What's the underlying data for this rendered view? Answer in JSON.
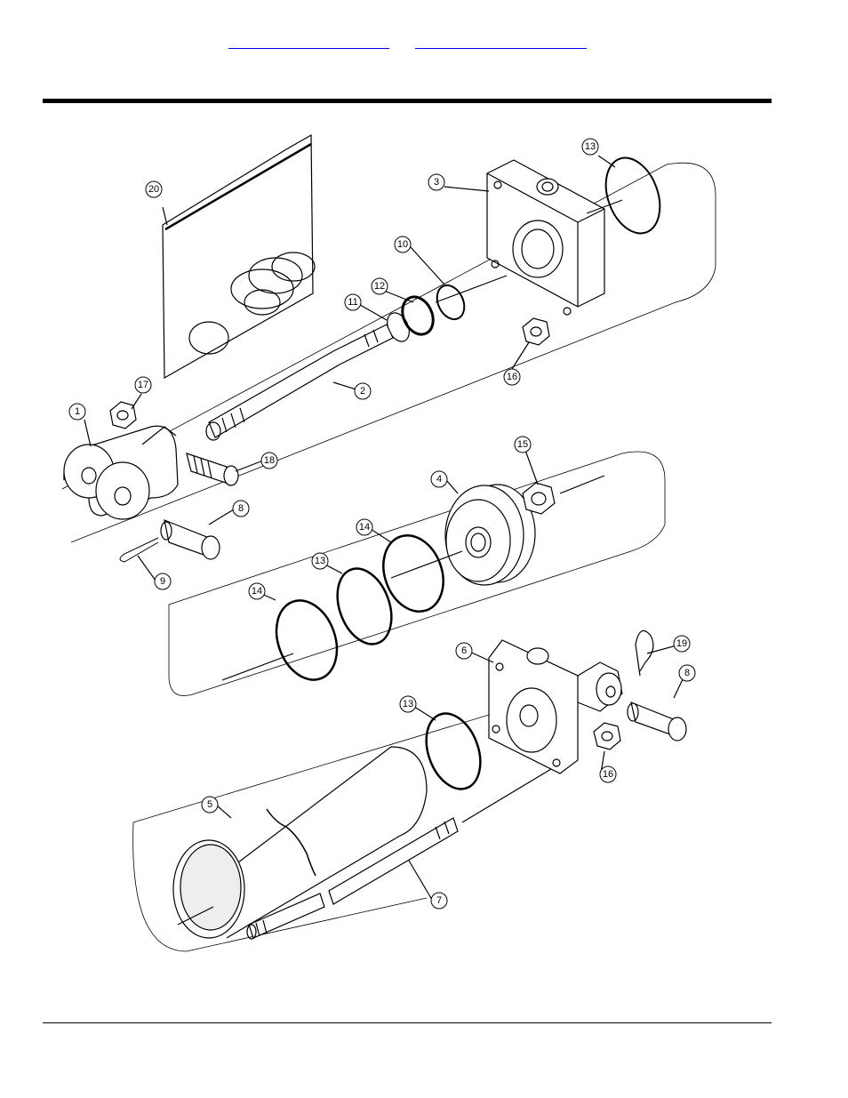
{
  "nav": {
    "link_1": "",
    "link_2": ""
  },
  "diagram": {
    "callouts": {
      "c1": "1",
      "c2": "2",
      "c3": "3",
      "c4": "4",
      "c5": "5",
      "c6": "6",
      "c7": "7",
      "c8a": "8",
      "c8b": "8",
      "c9": "9",
      "c10": "10",
      "c11": "11",
      "c12": "12",
      "c13a": "13",
      "c13b": "13",
      "c13c": "13",
      "c14a": "14",
      "c14b": "14",
      "c15": "15",
      "c16a": "16",
      "c16b": "16",
      "c17": "17",
      "c18": "18",
      "c19": "19",
      "c20": "20"
    }
  }
}
